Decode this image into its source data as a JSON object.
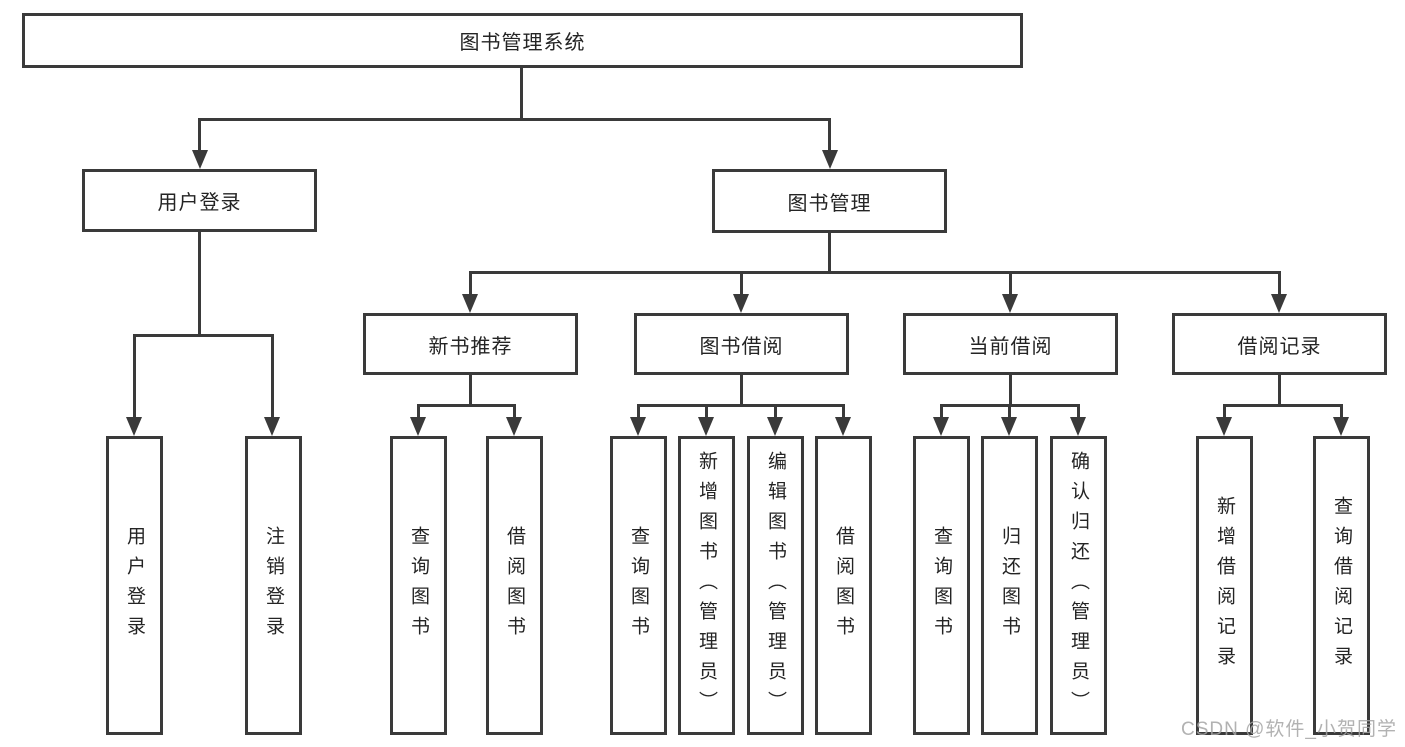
{
  "diagram": {
    "title": "图书管理系统",
    "colors": {
      "line": "#3a3a3a",
      "text": "#242424",
      "background": "#ffffff",
      "watermark": "#a4a4a4"
    },
    "nodes": {
      "root": "图书管理系统",
      "user_login": "用户登录",
      "book_mgmt": "图书管理",
      "login": "用户登录",
      "logout": "注销登录",
      "new_book_rec": "新书推荐",
      "book_borrow": "图书借阅",
      "current_borrow": "当前借阅",
      "borrow_record": "借阅记录",
      "nb_query": "查询图书",
      "nb_borrow": "借阅图书",
      "bb_query": "查询图书",
      "bb_add": "新增图书（管理员）",
      "bb_edit": "编辑图书（管理员）",
      "bb_borrow": "借阅图书",
      "cb_query": "查询图书",
      "cb_return": "归还图书",
      "cb_confirm": "确认归还（管理员）",
      "br_add": "新增借阅记录",
      "br_query": "查询借阅记录"
    },
    "hierarchy": {
      "图书管理系统": {
        "用户登录": [
          "用户登录",
          "注销登录"
        ],
        "图书管理": {
          "新书推荐": [
            "查询图书",
            "借阅图书"
          ],
          "图书借阅": [
            "查询图书",
            "新增图书（管理员）",
            "编辑图书（管理员）",
            "借阅图书"
          ],
          "当前借阅": [
            "查询图书",
            "归还图书",
            "确认归还（管理员）"
          ],
          "借阅记录": [
            "新增借阅记录",
            "查询借阅记录"
          ]
        }
      }
    },
    "watermark": "CSDN @软件_小贺同学"
  }
}
